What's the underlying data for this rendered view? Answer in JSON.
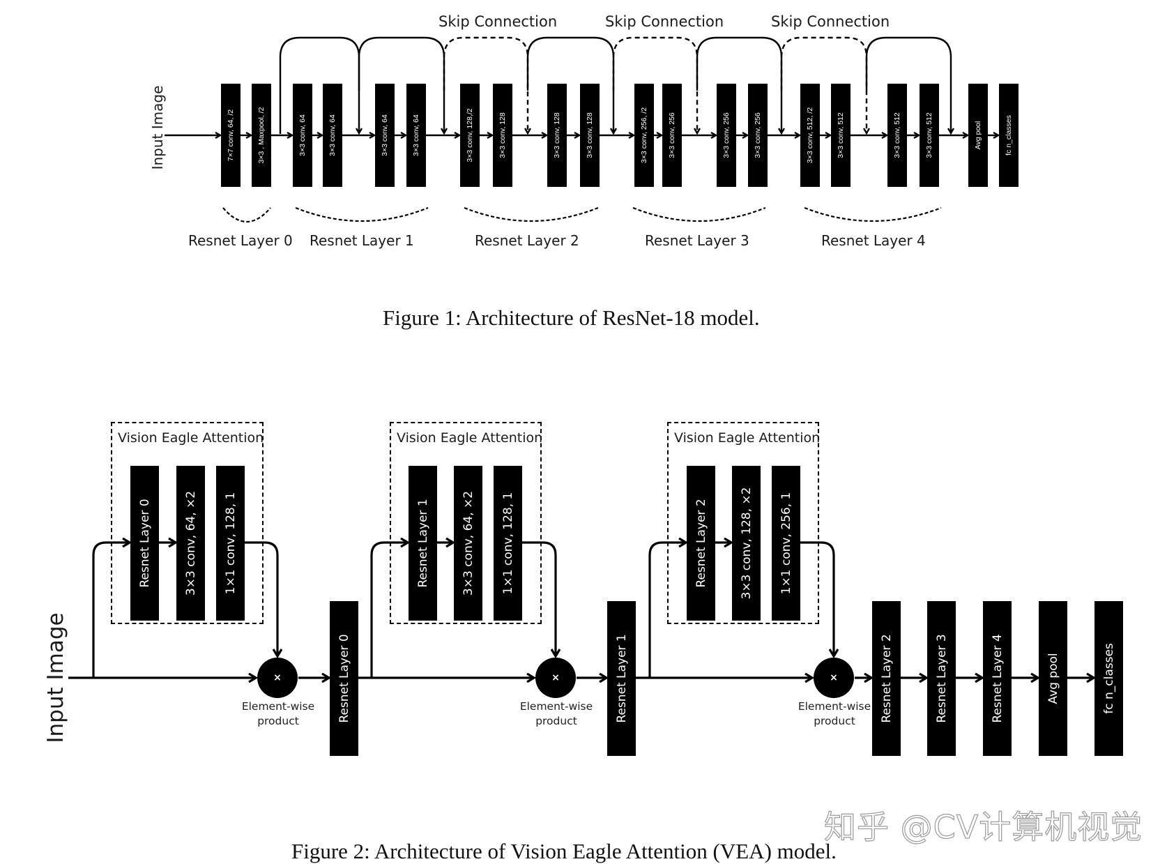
{
  "figure1": {
    "caption": "Figure 1: Architecture of ResNet-18 model.",
    "input_label": "Input Image",
    "skip_label": "Skip Connection",
    "blocks": [
      {
        "label": "7×7 conv, 64, /2"
      },
      {
        "label": "3×3 , Maxpool, /2"
      },
      {
        "label": "3×3 conv, 64"
      },
      {
        "label": "3×3 conv, 64"
      },
      {
        "label": "3×3 conv, 64"
      },
      {
        "label": "3×3 conv, 64"
      },
      {
        "label": "3×3 conv, 128,/2"
      },
      {
        "label": "3×3 conv, 128"
      },
      {
        "label": "3×3 conv, 128"
      },
      {
        "label": "3×3 conv, 128"
      },
      {
        "label": "3×3 conv, 256, /2"
      },
      {
        "label": "3×3 conv, 256"
      },
      {
        "label": "3×3 conv, 256"
      },
      {
        "label": "3×3 conv, 256"
      },
      {
        "label": "3×3 conv, 512, /2"
      },
      {
        "label": "3×3 conv, 512"
      },
      {
        "label": "3×3 conv, 512"
      },
      {
        "label": "3×3 conv, 512"
      },
      {
        "label": "Avg pool"
      },
      {
        "label": "fc n_classes"
      }
    ],
    "skip_connections": [
      {
        "style": "solid"
      },
      {
        "style": "solid"
      },
      {
        "style": "dashed"
      },
      {
        "style": "solid"
      },
      {
        "style": "dashed"
      },
      {
        "style": "solid"
      },
      {
        "style": "dashed"
      },
      {
        "style": "solid"
      }
    ],
    "skip_labels": [
      "Skip Connection",
      "Skip Connection",
      "Skip Connection"
    ],
    "groups": [
      {
        "label": "Resnet Layer 0"
      },
      {
        "label": "Resnet Layer 1"
      },
      {
        "label": "Resnet Layer 2"
      },
      {
        "label": "Resnet Layer 3"
      },
      {
        "label": "Resnet Layer 4"
      }
    ]
  },
  "figure2": {
    "caption": "Figure 2: Architecture of Vision Eagle Attention (VEA) model.",
    "input_label": "Input Image",
    "vea_modules": [
      {
        "title": "Vision Eagle Attention",
        "blocks": [
          "Resnet Layer 0",
          "3×3 conv, 64, ×2",
          "1×1 conv, 128, 1"
        ],
        "product_symbol": "×",
        "product_label_1": "Element-wise",
        "product_label_2": "product",
        "next_block": "Resnet Layer 0"
      },
      {
        "title": "Vision Eagle Attention",
        "blocks": [
          "Resnet Layer 1",
          "3×3 conv, 64, ×2",
          "1×1 conv, 128, 1"
        ],
        "product_symbol": "×",
        "product_label_1": "Element-wise",
        "product_label_2": "product",
        "next_block": "Resnet Layer 1"
      },
      {
        "title": "Vision Eagle Attention",
        "blocks": [
          "Resnet Layer 2",
          "3×3 conv, 128, ×2",
          "1×1 conv, 256, 1"
        ],
        "product_symbol": "×",
        "product_label_1": "Element-wise",
        "product_label_2": "product",
        "next_block": null
      }
    ],
    "tail_blocks": [
      "Resnet Layer 2",
      "Resnet Layer 3",
      "Resnet Layer 4",
      "Avg pool",
      "fc n_classes"
    ]
  },
  "watermark": "知乎 @CV计算机视觉"
}
